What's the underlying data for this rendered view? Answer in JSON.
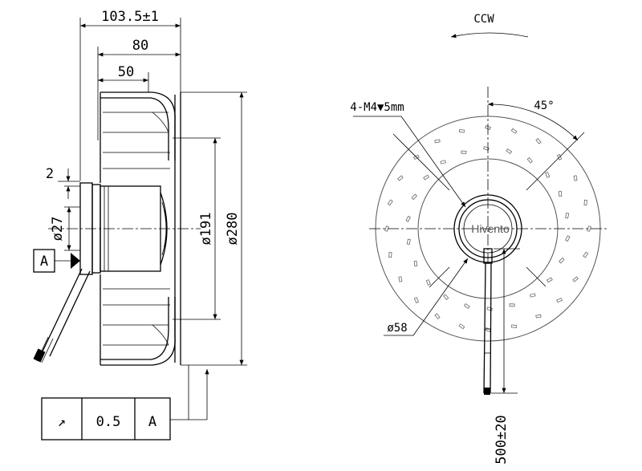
{
  "side_view": {
    "overall_length": "103.5±1",
    "impeller_width": "80",
    "motor_length": "50",
    "flange_thickness": "2",
    "hub_diameter": "ø27",
    "inner_diameter": "ø191",
    "outer_diameter": "ø280",
    "datum": "A"
  },
  "tolerance_frame": {
    "symbol": "↗",
    "value": "0.5",
    "datum": "A"
  },
  "front_view": {
    "rotation": "CCW",
    "mounting_holes": "4-M4▼5mm",
    "hole_angle": "45°",
    "motor_diameter": "ø58",
    "cable_length": "500±20",
    "brand_logo": "Hivento"
  }
}
